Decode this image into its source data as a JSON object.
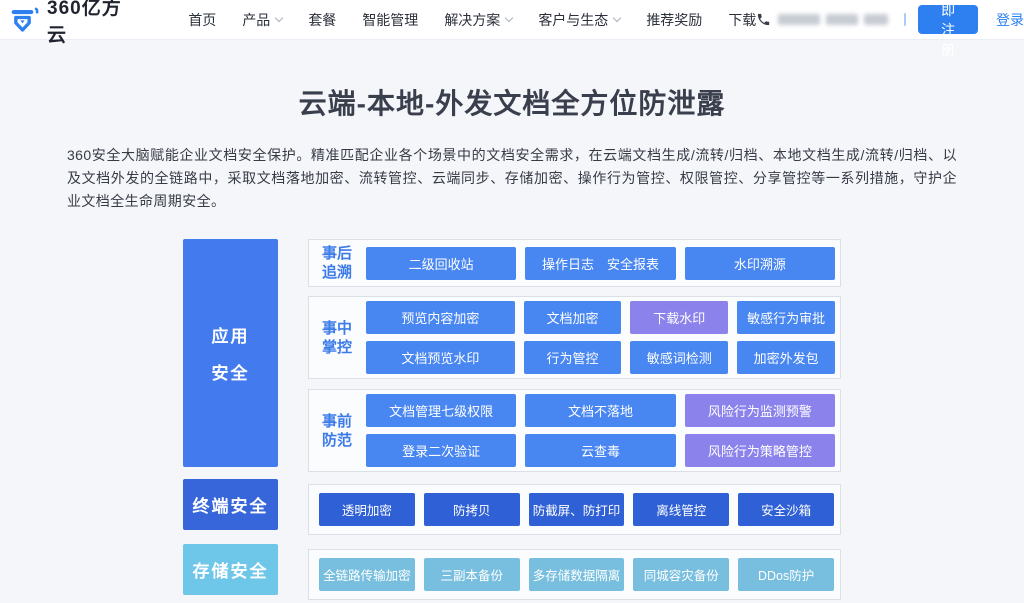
{
  "header": {
    "logo_text": "360亿方云",
    "nav": [
      {
        "label": "首页",
        "has_dropdown": false
      },
      {
        "label": "产品",
        "has_dropdown": true
      },
      {
        "label": "套餐",
        "has_dropdown": false
      },
      {
        "label": "智能管理",
        "has_dropdown": false
      },
      {
        "label": "解决方案",
        "has_dropdown": true
      },
      {
        "label": "客户与生态",
        "has_dropdown": true
      },
      {
        "label": "推荐奖励",
        "has_dropdown": false
      },
      {
        "label": "下载",
        "has_dropdown": false
      }
    ],
    "phone_number_redacted": true,
    "register_label": "立即注册",
    "login_label": "登录"
  },
  "hero": {
    "title": "云端-本地-外发文档全方位防泄露",
    "description": "360安全大脑赋能企业文档安全保护。精准匹配企业各个场景中的文档安全需求，在云端文档生成/流转/归档、本地文档生成/流转/归档、以及文档外发的全链路中，采取文档落地加密、流转管控、云端同步、存储加密、操作行为管控、权限管控、分享管控等一系列措施，守护企业文档全生命周期安全。"
  },
  "diagram": {
    "app_security": {
      "label_lines": [
        "应用",
        "安全"
      ],
      "groups": [
        {
          "label_lines": [
            "事后",
            "追溯"
          ],
          "rows": [
            [
              {
                "label": "二级回收站",
                "variant": "blue"
              },
              {
                "label": "操作日志　安全报表",
                "variant": "blue"
              },
              {
                "label": "水印溯源",
                "variant": "blue"
              }
            ]
          ]
        },
        {
          "label_lines": [
            "事中",
            "掌控"
          ],
          "rows": [
            [
              {
                "label": "预览内容加密",
                "variant": "blue"
              },
              {
                "label": "文档加密",
                "variant": "blue"
              },
              {
                "label": "下载水印",
                "variant": "purple"
              },
              {
                "label": "敏感行为审批",
                "variant": "blue"
              }
            ],
            [
              {
                "label": "文档预览水印",
                "variant": "blue"
              },
              {
                "label": "行为管控",
                "variant": "blue"
              },
              {
                "label": "敏感词检测",
                "variant": "blue"
              },
              {
                "label": "加密外发包",
                "variant": "blue"
              }
            ]
          ]
        },
        {
          "label_lines": [
            "事前",
            "防范"
          ],
          "rows": [
            [
              {
                "label": "文档管理七级权限",
                "variant": "blue"
              },
              {
                "label": "文档不落地",
                "variant": "blue"
              },
              {
                "label": "风险行为监测预警",
                "variant": "purple"
              }
            ],
            [
              {
                "label": "登录二次验证",
                "variant": "blue"
              },
              {
                "label": "云查毒",
                "variant": "blue"
              },
              {
                "label": "风险行为策略管控",
                "variant": "purple"
              }
            ]
          ]
        }
      ]
    },
    "terminal_security": {
      "label": "终端安全",
      "boxes": [
        "透明加密",
        "防拷贝",
        "防截屏、防打印",
        "离线管控",
        "安全沙箱"
      ]
    },
    "storage_security": {
      "label": "存储安全",
      "boxes": [
        "全链路传输加密",
        "三副本备份",
        "多存储数据隔离",
        "同城容灾备份",
        "DDos防护"
      ]
    }
  },
  "colors": {
    "accent_blue": "#2E80F0",
    "box_blue": "#4886F1",
    "box_purple": "#8B82EB",
    "box_royal_blue": "#3060D5",
    "box_light_blue": "#78BFDF",
    "left_app_blue": "#437BEE",
    "left_terminal_blue": "#3765DA",
    "left_storage_blue": "#6EC6E9",
    "group_label_blue": "#3D7CE8",
    "page_background": "#F5F6F9"
  }
}
